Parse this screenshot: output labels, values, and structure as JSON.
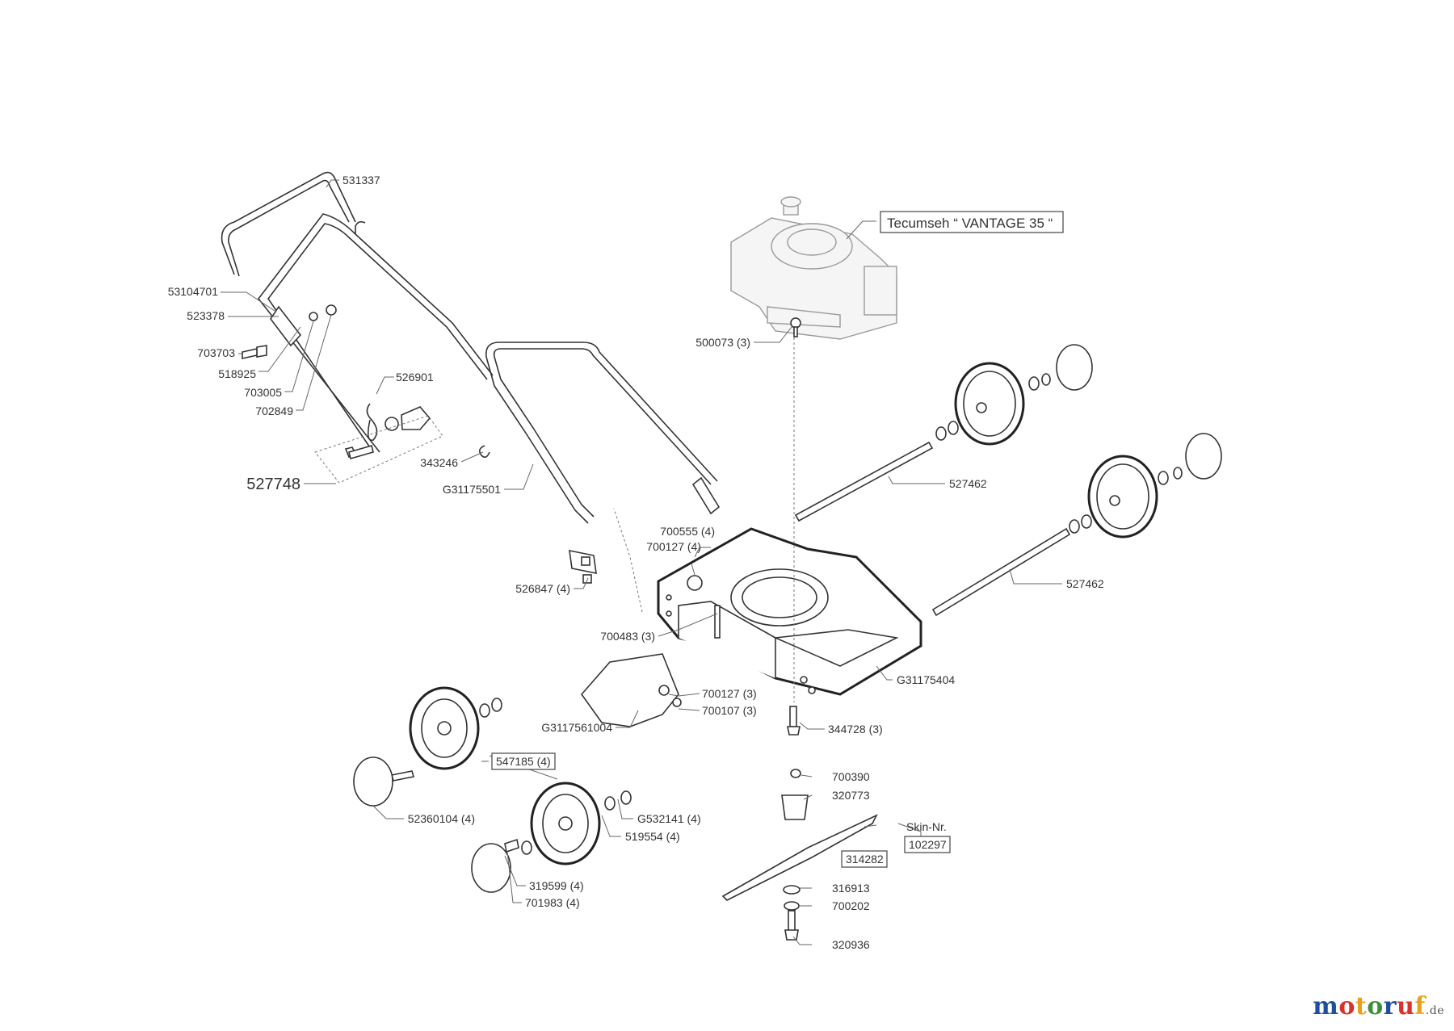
{
  "diagram": {
    "engine_label": "Tecumseh “ VANTAGE 35 “",
    "parts": {
      "p531337": "531337",
      "p53104701": "53104701",
      "p523378": "523378",
      "p703703": "703703",
      "p518925": "518925",
      "p703005": "703005",
      "p702849": "702849",
      "p526901": "526901",
      "p527748": "527748",
      "p343246": "343246",
      "pG31175501": "G31175501",
      "p500073": "500073 (3)",
      "p527462a": "527462",
      "p527462b": "527462",
      "p700555": "700555 (4)",
      "p700127a": "700127 (4)",
      "p526847": "526847 (4)",
      "p700483": "700483 (3)",
      "pG31175404": "G31175404",
      "p700127b": "700127 (3)",
      "p700107": "700107 (3)",
      "pG3117561004": "G3117561004",
      "p344728": "344728 (3)",
      "p547185": "547185 (4)",
      "p52360104": "52360104 (4)",
      "p700390": "700390",
      "p320773": "320773",
      "pG532141": "G532141 (4)",
      "p519554": "519554 (4)",
      "pSkinLabel": "Skin-Nr.",
      "pSkinNo": "102297",
      "p314282": "314282",
      "p319599": "319599 (4)",
      "p701983": "701983 (4)",
      "p316913": "316913",
      "p700202": "700202",
      "p320936": "320936"
    }
  },
  "watermark": {
    "letters": [
      "m",
      "o",
      "t",
      "o",
      "r",
      "u",
      "f"
    ],
    "letter_colors": [
      "#1f4e9c",
      "#d9312b",
      "#e8a21a",
      "#3d8f3a",
      "#1f4e9c",
      "#d9312b",
      "#e8a21a"
    ],
    "tld": ".de"
  }
}
